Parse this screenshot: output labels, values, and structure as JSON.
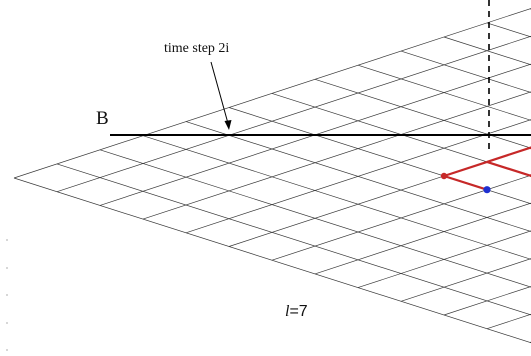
{
  "annotation": {
    "text": "time step 2i"
  },
  "boundary_label": {
    "text": "B"
  },
  "level_label": {
    "symbol": "l",
    "equals": "=7"
  },
  "colors": {
    "grid": "#3a3a3a",
    "highlight": "#c62828",
    "boundary_line": "#000000",
    "dashed_line": "#000000",
    "blue_dot": "#1f2fd0",
    "green_dot": "#33dd33",
    "origin_dot": "#c62828"
  }
}
